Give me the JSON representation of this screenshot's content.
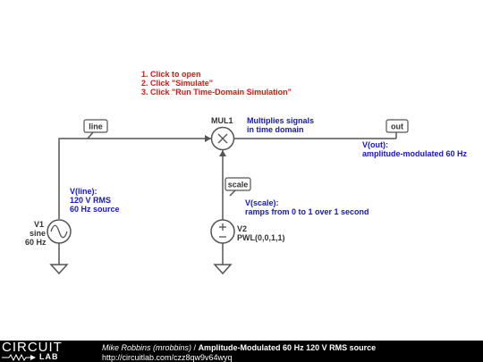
{
  "instructions": [
    "1. Click to open",
    "2. Click \"Simulate\"",
    "3. Click \"Run Time-Domain Simulation\""
  ],
  "labels": {
    "line_net": "line",
    "out_net": "out",
    "scale_net": "scale"
  },
  "mul1": {
    "name": "MUL1",
    "desc1": "Multiplies signals",
    "desc2": "in time domain"
  },
  "v1": {
    "name": "V1",
    "type": "sine",
    "freq": "60 Hz",
    "ann1": "V(line):",
    "ann2": "120 V RMS",
    "ann3": "60 Hz source"
  },
  "v2": {
    "name": "V2",
    "value": "PWL(0,0,1,1)",
    "ann1": "V(scale):",
    "ann2": "ramps from 0 to 1 over 1 second"
  },
  "vout": {
    "ann1": "V(out):",
    "ann2": "amplitude-modulated 60 Hz"
  },
  "footer": {
    "logo_top": "CIRCUIT",
    "logo_bottom": "LAB",
    "author": "Mike Robbins (mrobbins)",
    "separator": " / ",
    "title": "Amplitude-Modulated 60 Hz 120 V RMS source",
    "url": "http://circuitlab.com/czz8qw9v64wyq"
  }
}
